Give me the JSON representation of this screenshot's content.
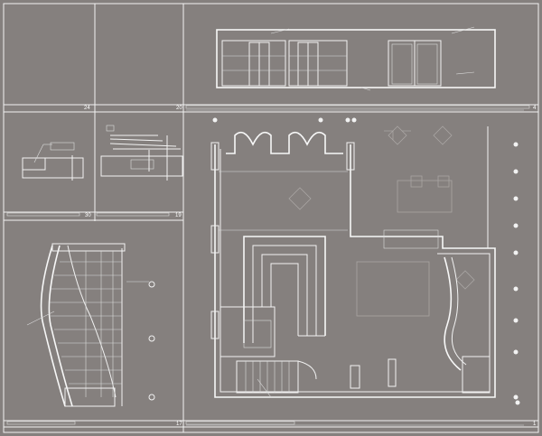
{
  "sheet": {
    "panel_numbers": {
      "top_left_a": "24",
      "top_left_b": "20",
      "mid_left_a": "30",
      "mid_left_b": "19",
      "elevation": "4",
      "bottom_left": "17",
      "floor_plan": "1"
    },
    "colors": {
      "background": "#85807e",
      "linework": "#f2f2f2"
    }
  }
}
